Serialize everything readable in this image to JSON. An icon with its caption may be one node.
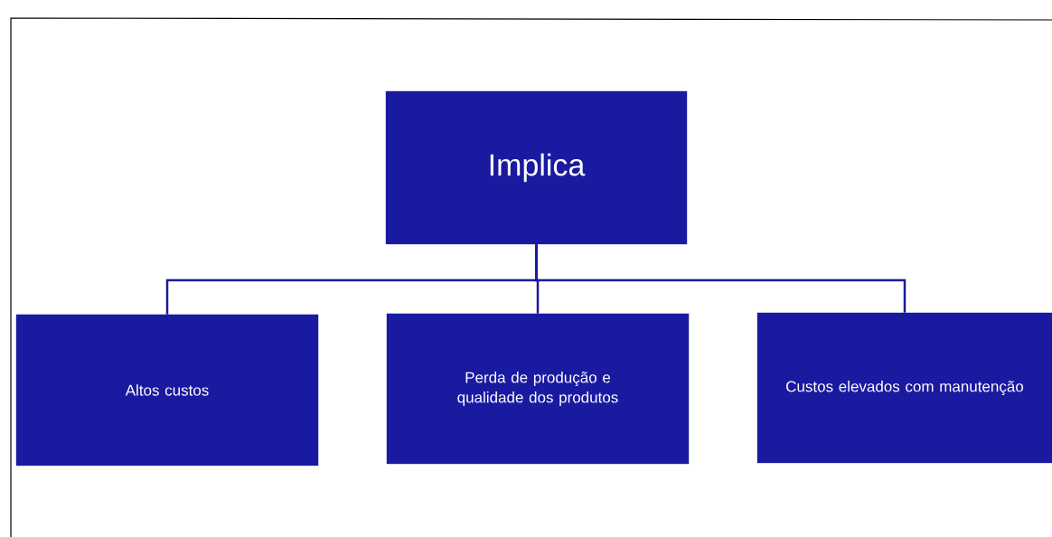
{
  "diagram": {
    "nodes": [
      {
        "text": [
          "Implica"
        ]
      },
      {
        "text": [
          "Altos custos"
        ]
      },
      {
        "text": [
          "Perda de produção e qualidade dos produtos"
        ]
      },
      {
        "text": [
          "Custos elevados com manutenção"
        ]
      }
    ],
    "edges": [
      {
        "from": 0,
        "to": 1,
        "arrow": "none"
      },
      {
        "from": 0,
        "to": 2,
        "arrow": "none"
      },
      {
        "from": 0,
        "to": 3,
        "arrow": "none"
      }
    ]
  }
}
